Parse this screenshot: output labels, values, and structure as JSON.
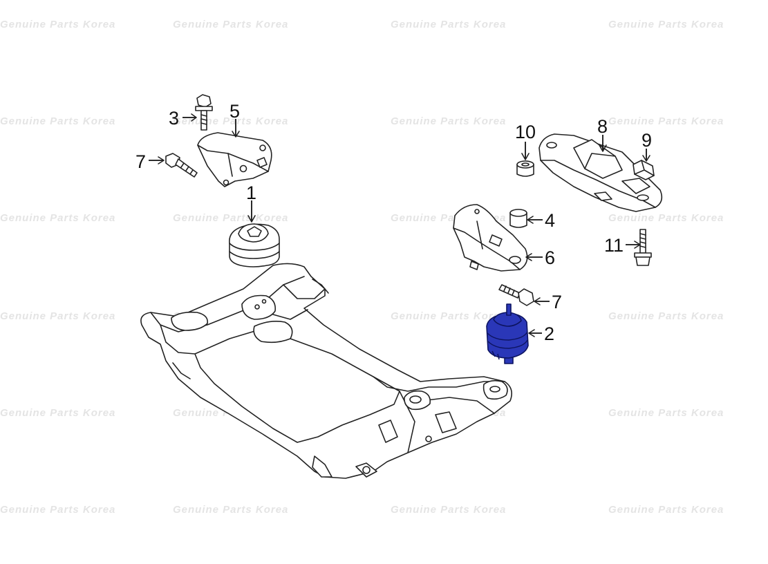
{
  "watermark_text": "Genuine Parts Korea",
  "colors": {
    "highlight": "#2a37b8",
    "line": "#222222",
    "watermark": "#e4e4e4",
    "background": "#ffffff"
  },
  "callouts": {
    "c1": "1",
    "c2": "2",
    "c3": "3",
    "c4": "4",
    "c5": "5",
    "c6": "6",
    "c7a": "7",
    "c7b": "7",
    "c8": "8",
    "c9": "9",
    "c10": "10",
    "c11": "11"
  }
}
